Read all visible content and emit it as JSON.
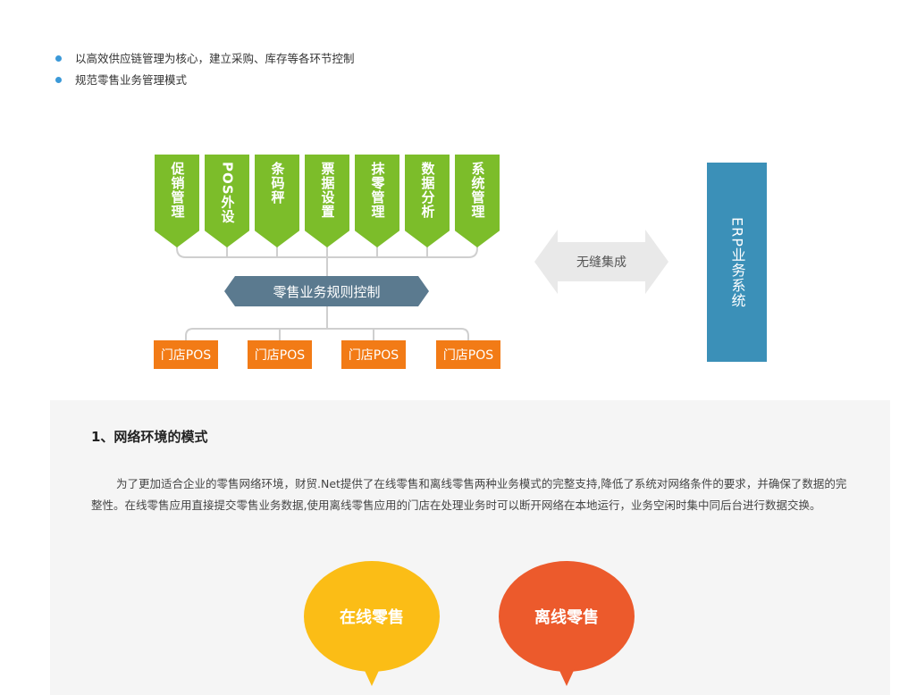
{
  "bullets": [
    "以高效供应链管理为核心，建立采购、库存等各环节控制",
    "规范零售业务管理模式"
  ],
  "diagram": {
    "modules": [
      "促销管理",
      "POS外设",
      "条码秤",
      "票据设置",
      "抹零管理",
      "数据分析",
      "系统管理"
    ],
    "rule_control": "零售业务规则控制",
    "stores": [
      "门店POS",
      "门店POS",
      "门店POS",
      "门店POS"
    ],
    "integration": "无缝集成",
    "erp": "ERP业务系统",
    "colors": {
      "module": "#7cbd2a",
      "rule": "#5b7a8f",
      "store": "#f27b16",
      "erp": "#3b90b8",
      "integration": "#e9e9e9"
    }
  },
  "section": {
    "title": "1、网络环境的模式",
    "paragraph": "为了更加适合企业的零售网络环境，财贸.Net提供了在线零售和离线零售两种业务模式的完整支持,降低了系统对网络条件的要求，并确保了数据的完整性。在线零售应用直接提交零售业务数据,使用离线零售应用的门店在处理业务时可以断开网络在本地运行，业务空闲时集中同后台进行数据交换。",
    "bubbles": [
      {
        "label": "在线零售",
        "color": "#fbbd16"
      },
      {
        "label": "离线零售",
        "color": "#ec5a2c"
      }
    ]
  }
}
